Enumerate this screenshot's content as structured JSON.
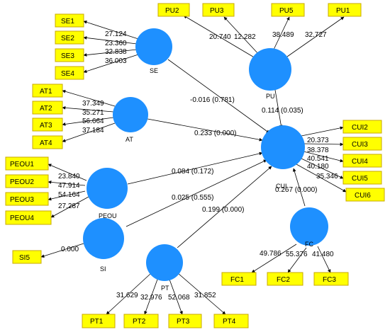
{
  "colors": {
    "latent_fill": "#1e90ff",
    "indicator_fill": "#ffff00",
    "indicator_border": "#c8a800",
    "edge": "#000000"
  },
  "latents": {
    "SE": "SE",
    "AT": "AT",
    "PU": "PU",
    "PEOU": "PEOU",
    "SI": "SI",
    "PT": "PT",
    "FC": "FC",
    "CUI": "CUI"
  },
  "indicators": {
    "SE1": "SE1",
    "SE2": "SE2",
    "SE3": "SE3",
    "SE4": "SE4",
    "AT1": "AT1",
    "AT2": "AT2",
    "AT3": "AT3",
    "AT4": "AT4",
    "PU1": "PU1",
    "PU2": "PU2",
    "PU3": "PU3",
    "PU5": "PU5",
    "PEOU1": "PEOU1",
    "PEOU2": "PEOU2",
    "PEOU3": "PEOU3",
    "PEOU4": "PEOU4",
    "SI5": "SI5",
    "PT1": "PT1",
    "PT2": "PT2",
    "PT3": "PT3",
    "PT4": "PT4",
    "FC1": "FC1",
    "FC2": "FC2",
    "FC3": "FC3",
    "CUI2": "CUI2",
    "CUI3": "CUI3",
    "CUI4": "CUI4",
    "CUI5": "CUI5",
    "CUI6": "CUI6"
  },
  "loadings": {
    "SE1": "27.124",
    "SE2": "23.360",
    "SE3": "32.838",
    "SE4": "36.003",
    "AT1": "37.349",
    "AT2": "35.271",
    "AT3": "56.664",
    "AT4": "37.184",
    "PU2": "20.740",
    "PU3": "12.282",
    "PU5": "38.489",
    "PU1": "32.727",
    "PEOU1": "23.840",
    "PEOU2": "47.914",
    "PEOU3": "54.164",
    "PEOU4": "27.287",
    "SI5": "0.000",
    "PT1": "31.629",
    "PT2": "32.976",
    "PT3": "52.068",
    "PT4": "31.852",
    "FC1": "49.786",
    "FC2": "55.376",
    "FC3": "41.480",
    "CUI2": "20.373",
    "CUI3": "38.378",
    "CUI4": "40.541",
    "CUI5": "40.180",
    "CUI6": "35.346"
  },
  "paths": {
    "SE_CUI": "-0.016 (0.781)",
    "AT_CUI": "0.233 (0.000)",
    "PU_CUI": "0.114 (0.035)",
    "PEOU_CUI": "0.084 (0.172)",
    "SI_CUI": "0.025 (0.555)",
    "PT_CUI": "0.199 (0.000)",
    "FC_CUI": "0.267 (0.000)"
  }
}
